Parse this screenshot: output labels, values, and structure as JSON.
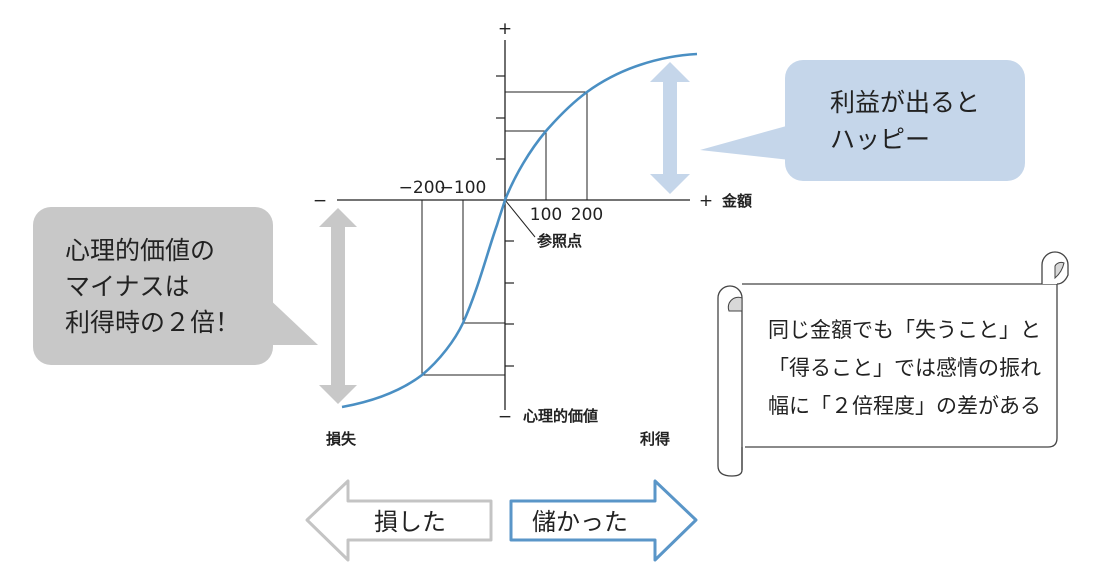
{
  "colors": {
    "curve": "#4a8fc3",
    "blue_fill": "#c5d6ea",
    "gray_fill": "#c8c8c8",
    "gray_outline": "#c4c4c4",
    "blue_outline": "#5a96c8"
  },
  "axes": {
    "y_plus": "+",
    "y_minus": "−",
    "y_label": "心理的価値",
    "x_plus": "+",
    "x_minus": "−",
    "x_label": "金額",
    "x_ticks_neg": [
      "−200",
      "−100"
    ],
    "x_ticks_pos": [
      "100",
      "200"
    ],
    "reference_point": "参照点",
    "loss_label": "損失",
    "gain_label": "利得"
  },
  "blue_callout": {
    "lines": [
      "利益が出ると",
      "ハッピー"
    ]
  },
  "gray_callout": {
    "lines": [
      "心理的価値の",
      "マイナスは",
      "利得時の２倍！"
    ]
  },
  "scroll_note": {
    "lines": [
      "同じ金額でも「失うこと」と",
      "「得ること」では感情の振れ",
      "幅に「２倍程度」の差がある"
    ]
  },
  "bottom_arrows": {
    "loss": "損した",
    "gain": "儲かった"
  }
}
